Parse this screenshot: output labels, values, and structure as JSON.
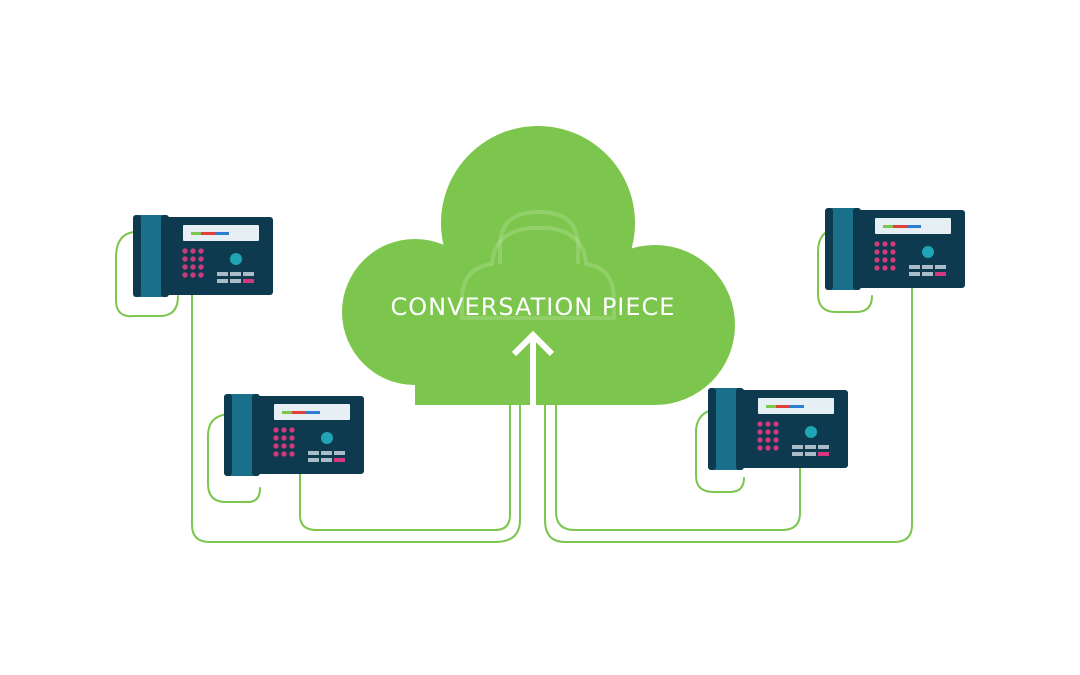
{
  "cloud": {
    "label": "CONVERSATION PIECE"
  },
  "icons": {
    "cloud": "cloud-shape",
    "watermark": "cloud-lock-icon",
    "upload": "upload-arrow-icon",
    "phone": "desk-phone-icon"
  },
  "phones": [
    {
      "id": "top-left"
    },
    {
      "id": "mid-left"
    },
    {
      "id": "top-right"
    },
    {
      "id": "mid-right"
    }
  ],
  "colors": {
    "cloud": "#7cc64d",
    "wire": "#7cc64d",
    "phone_body": "#0e3a4f",
    "phone_handset": "#1a6f8a",
    "screen": "#e6f0f4",
    "keypad": "#d6387e",
    "nav_button": "#1fa5b5",
    "buttons": "#a9bcc7",
    "screen_bar_green": "#7cc64d",
    "screen_bar_red": "#e0413a",
    "screen_bar_blue": "#2d7dd2"
  }
}
